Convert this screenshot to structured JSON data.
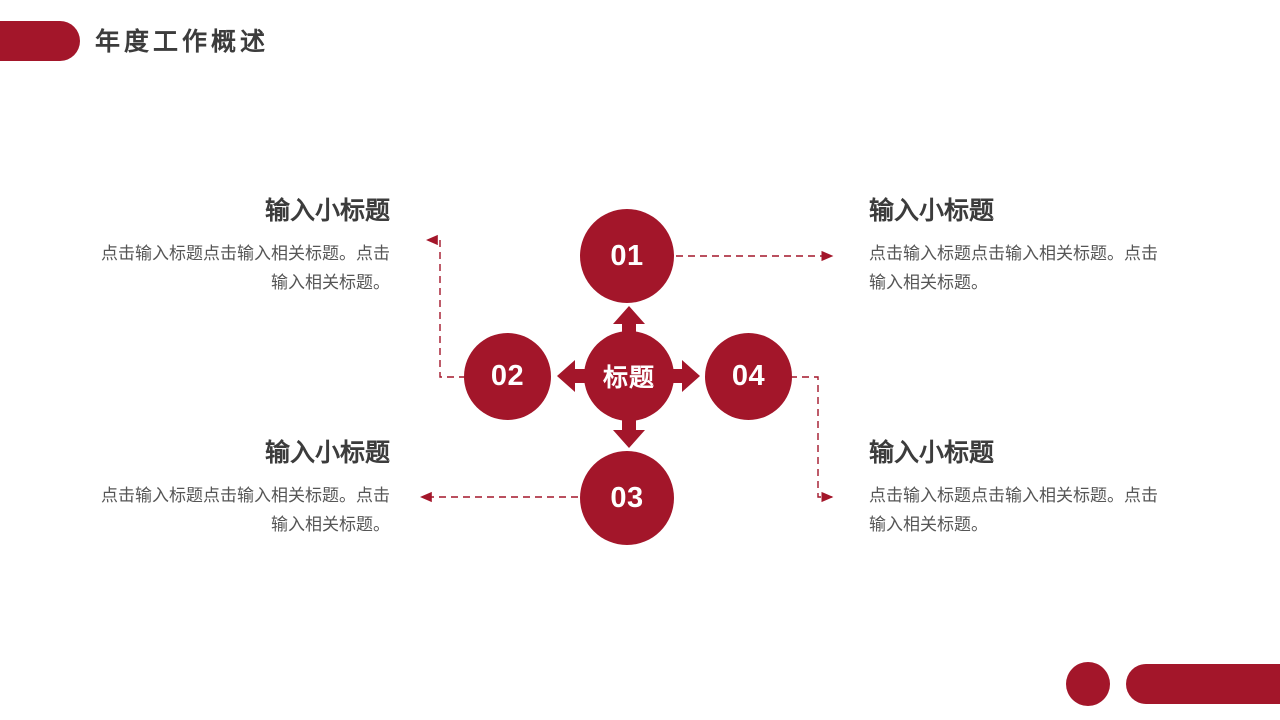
{
  "slide": {
    "title": "年度工作概述",
    "accent_color": "#A3162A",
    "heading_color": "#3c3c3c",
    "body_color": "#555555",
    "background": "#ffffff"
  },
  "diagram": {
    "type": "cycle-hub-and-spoke",
    "center": {
      "label": "标题"
    },
    "nodes": [
      {
        "id": "01",
        "label": "01",
        "position": "top"
      },
      {
        "id": "02",
        "label": "02",
        "position": "left"
      },
      {
        "id": "03",
        "label": "03",
        "position": "bottom"
      },
      {
        "id": "04",
        "label": "04",
        "position": "right"
      }
    ],
    "connectors": [
      {
        "from": "01",
        "to": "top-right-text",
        "style": "dashed",
        "arrow": "right"
      },
      {
        "from": "02",
        "to": "top-left-text",
        "style": "dashed",
        "arrow": "left"
      },
      {
        "from": "03",
        "to": "bottom-left-text",
        "style": "dashed",
        "arrow": "left"
      },
      {
        "from": "04",
        "to": "bottom-right-text",
        "style": "dashed",
        "arrow": "right"
      }
    ]
  },
  "text_blocks": {
    "top_left": {
      "heading": "输入小标题",
      "body": "点击输入标题点击输入相关标题。点击输入相关标题。"
    },
    "top_right": {
      "heading": "输入小标题",
      "body": "点击输入标题点击输入相关标题。点击输入相关标题。"
    },
    "bottom_left": {
      "heading": "输入小标题",
      "body": "点击输入标题点击输入相关标题。点击输入相关标题。"
    },
    "bottom_right": {
      "heading": "输入小标题",
      "body": "点击输入标题点击输入相关标题。点击输入相关标题。"
    }
  },
  "decorations": {
    "header_pill": "rounded-pill-left",
    "footer_circle": "circle",
    "footer_bar": "rounded-bar"
  }
}
